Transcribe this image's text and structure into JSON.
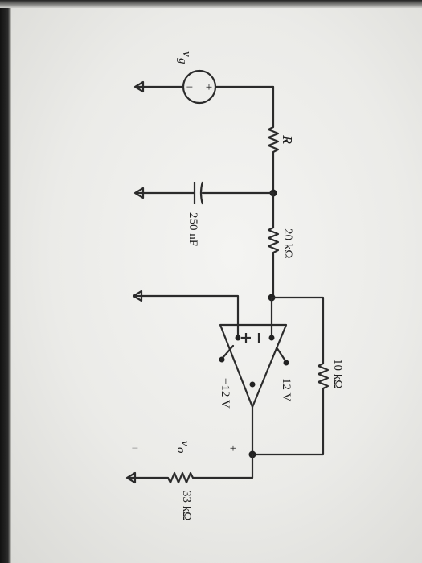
{
  "labels": {
    "source": "v",
    "source_sub": "g",
    "source_plus": "+",
    "source_minus": "−",
    "r_input": "R",
    "r_20k": "20 kΩ",
    "cap": "250 nF",
    "r_feedback": "10 kΩ",
    "supply_pos": "12 V",
    "supply_neg": "−12 V",
    "opamp_minus": "−",
    "opamp_plus": "+",
    "output": "v",
    "output_sub": "o",
    "output_plus": "+",
    "output_minus": "−",
    "r_load": "33 kΩ"
  },
  "colors": {
    "ink": "#2b2b2b",
    "paper": "#efefec"
  }
}
